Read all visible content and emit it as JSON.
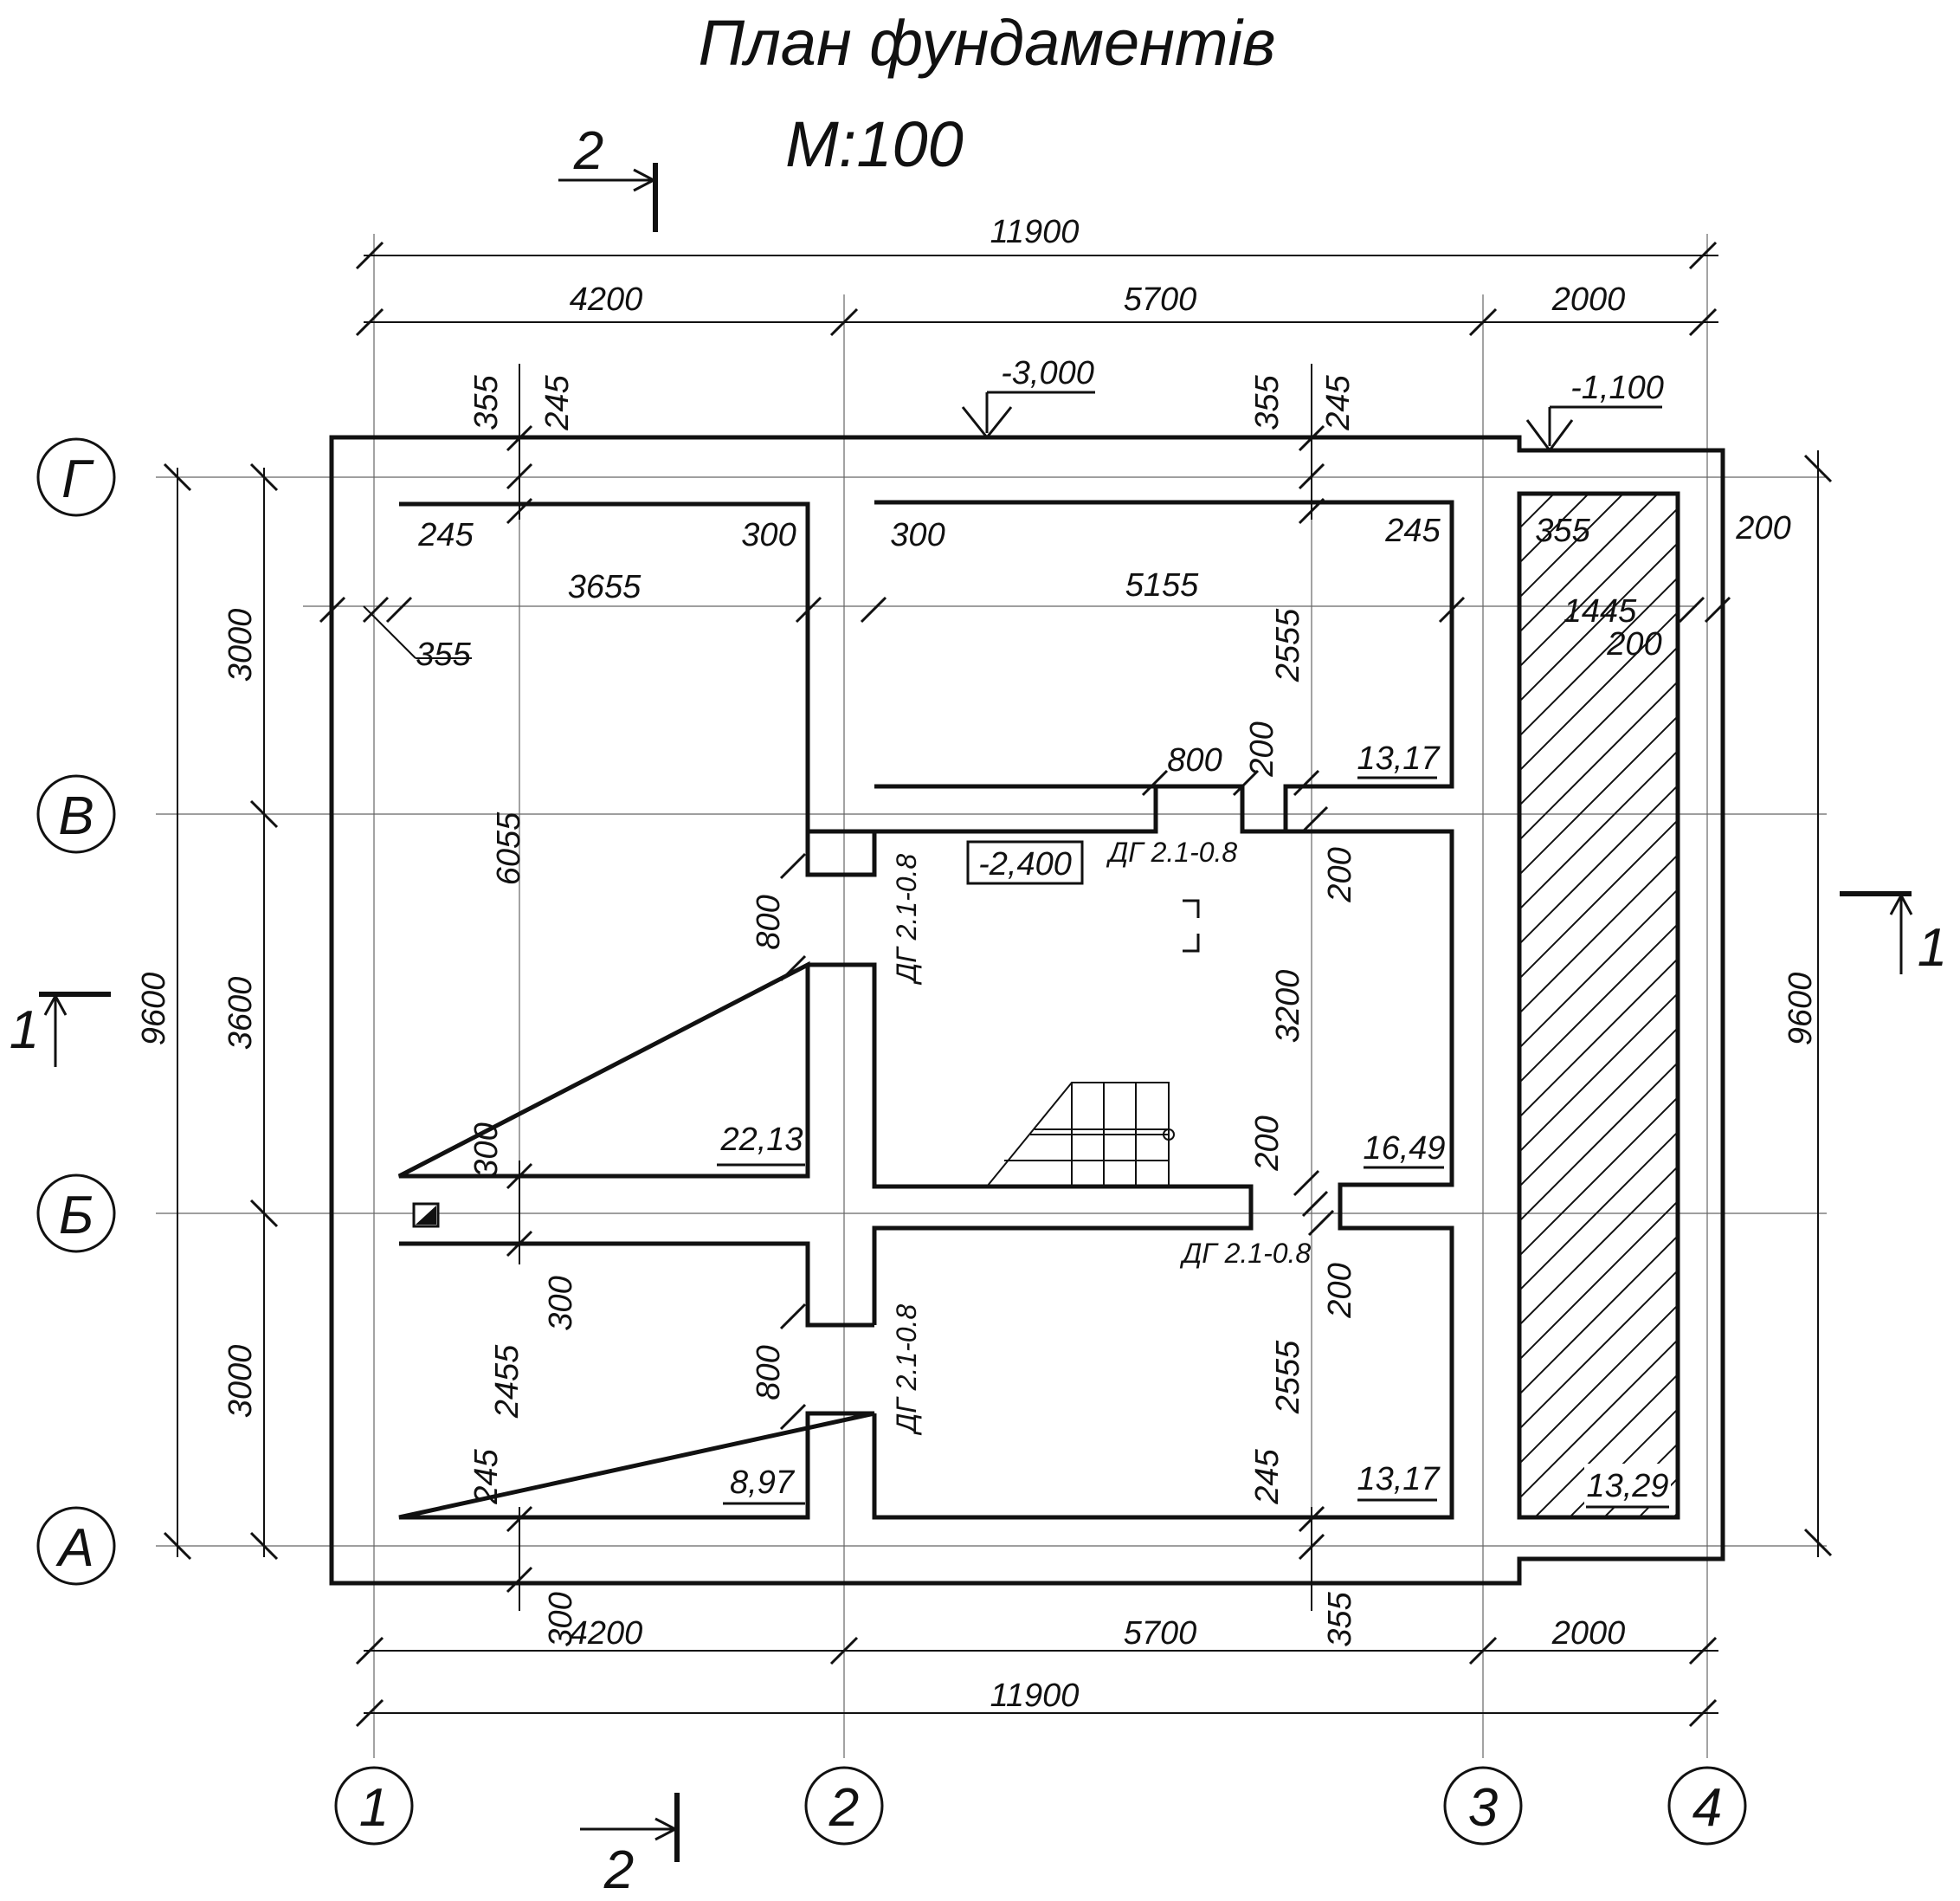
{
  "title": "План фундаментів",
  "scale": "М:100",
  "axes": {
    "columns": [
      "1",
      "2",
      "3",
      "4"
    ],
    "rows": [
      "Г",
      "В",
      "Б",
      "А"
    ]
  },
  "section_marks": {
    "top": "2",
    "bottom": "2",
    "left": "1",
    "right": "1"
  },
  "dimensions": {
    "overall_top": "11900",
    "overall_bottom": "11900",
    "top_spans": [
      "4200",
      "5700",
      "2000"
    ],
    "bottom_spans": [
      "4200",
      "5700",
      "2000"
    ],
    "left_overall": "9600",
    "left_spans": [
      "3000",
      "3600",
      "3000"
    ],
    "right_overall": "9600",
    "wall_offsets": {
      "a": "355",
      "b": "245",
      "c": "355",
      "d": "245",
      "e": "245",
      "f": "300",
      "g": "300",
      "h": "245",
      "i": "355",
      "j": "355",
      "k": "200",
      "l": "200",
      "m": "800",
      "n": "200",
      "o": "200",
      "p": "800",
      "q": "300",
      "r": "300",
      "s": "200",
      "t": "800",
      "u": "245",
      "v": "245",
      "w": "200",
      "x": "300",
      "y": "355"
    },
    "room_inner": {
      "r1_width": "3655",
      "r1_height": "6055",
      "r2_width": "5155",
      "r2_height": "2555",
      "r3_height": "3200",
      "r4_height": "2455",
      "r5_height": "2555",
      "r6_width": "1445"
    }
  },
  "levels": {
    "top": "-3,000",
    "right": "-1,100",
    "center": "-2,400"
  },
  "rooms": {
    "r1_area": "22,13",
    "r2_area": "13,17",
    "r3_area": "16,49",
    "r4_area": "8,97",
    "r5_area": "13,17",
    "r6_area": "13,29"
  },
  "doors": {
    "d1": "ДГ 2.1-0.8",
    "d2": "ДГ 2.1-0.8",
    "d3": "ДГ 2.1-0.8",
    "d4": "ДГ 2.1-0.8"
  }
}
